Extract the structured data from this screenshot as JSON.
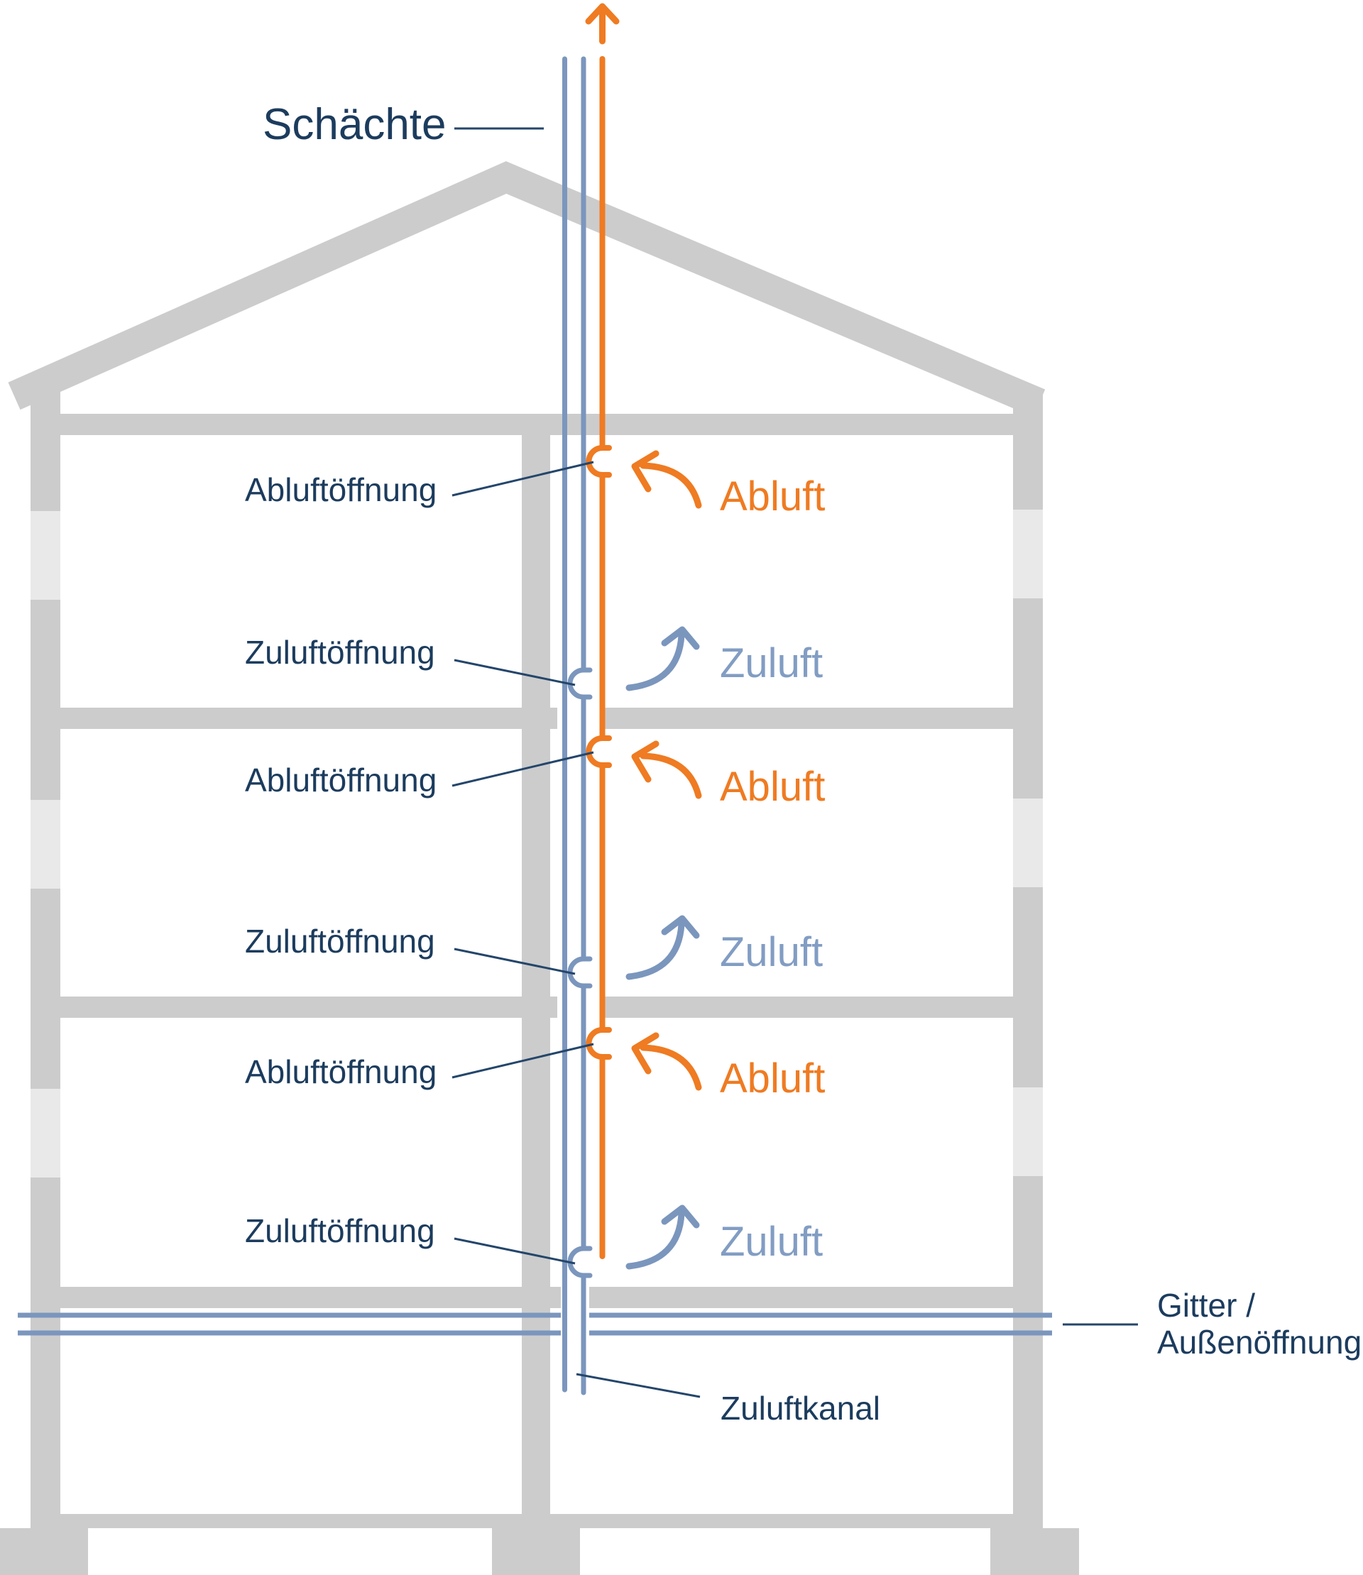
{
  "title": {
    "shafts_label": "Schächte"
  },
  "rows": [
    {
      "exhaust_opening_label": "Abluftöffnung",
      "exhaust_flow_label": "Abluft",
      "supply_opening_label": "Zuluftöffnung",
      "supply_flow_label": "Zuluft"
    },
    {
      "exhaust_opening_label": "Abluftöffnung",
      "exhaust_flow_label": "Abluft",
      "supply_opening_label": "Zuluftöffnung",
      "supply_flow_label": "Zuluft"
    },
    {
      "exhaust_opening_label": "Abluftöffnung",
      "exhaust_flow_label": "Abluft",
      "supply_opening_label": "Zuluftöffnung",
      "supply_flow_label": "Zuluft"
    }
  ],
  "bottom": {
    "grille_label_line1": "Gitter /",
    "grille_label_line2": "Außenöffnung",
    "supply_duct_label": "Zuluftkanal"
  },
  "colors": {
    "exhaust_orange": "#ef7b22",
    "supply_blue": "#7b96bd",
    "supply_text_blue": "#829dc3",
    "label_navy": "#1c3c5e",
    "leader_navy": "#24466b",
    "wall_gray": "#cccccc",
    "window_gray": "#e9e9e9"
  }
}
